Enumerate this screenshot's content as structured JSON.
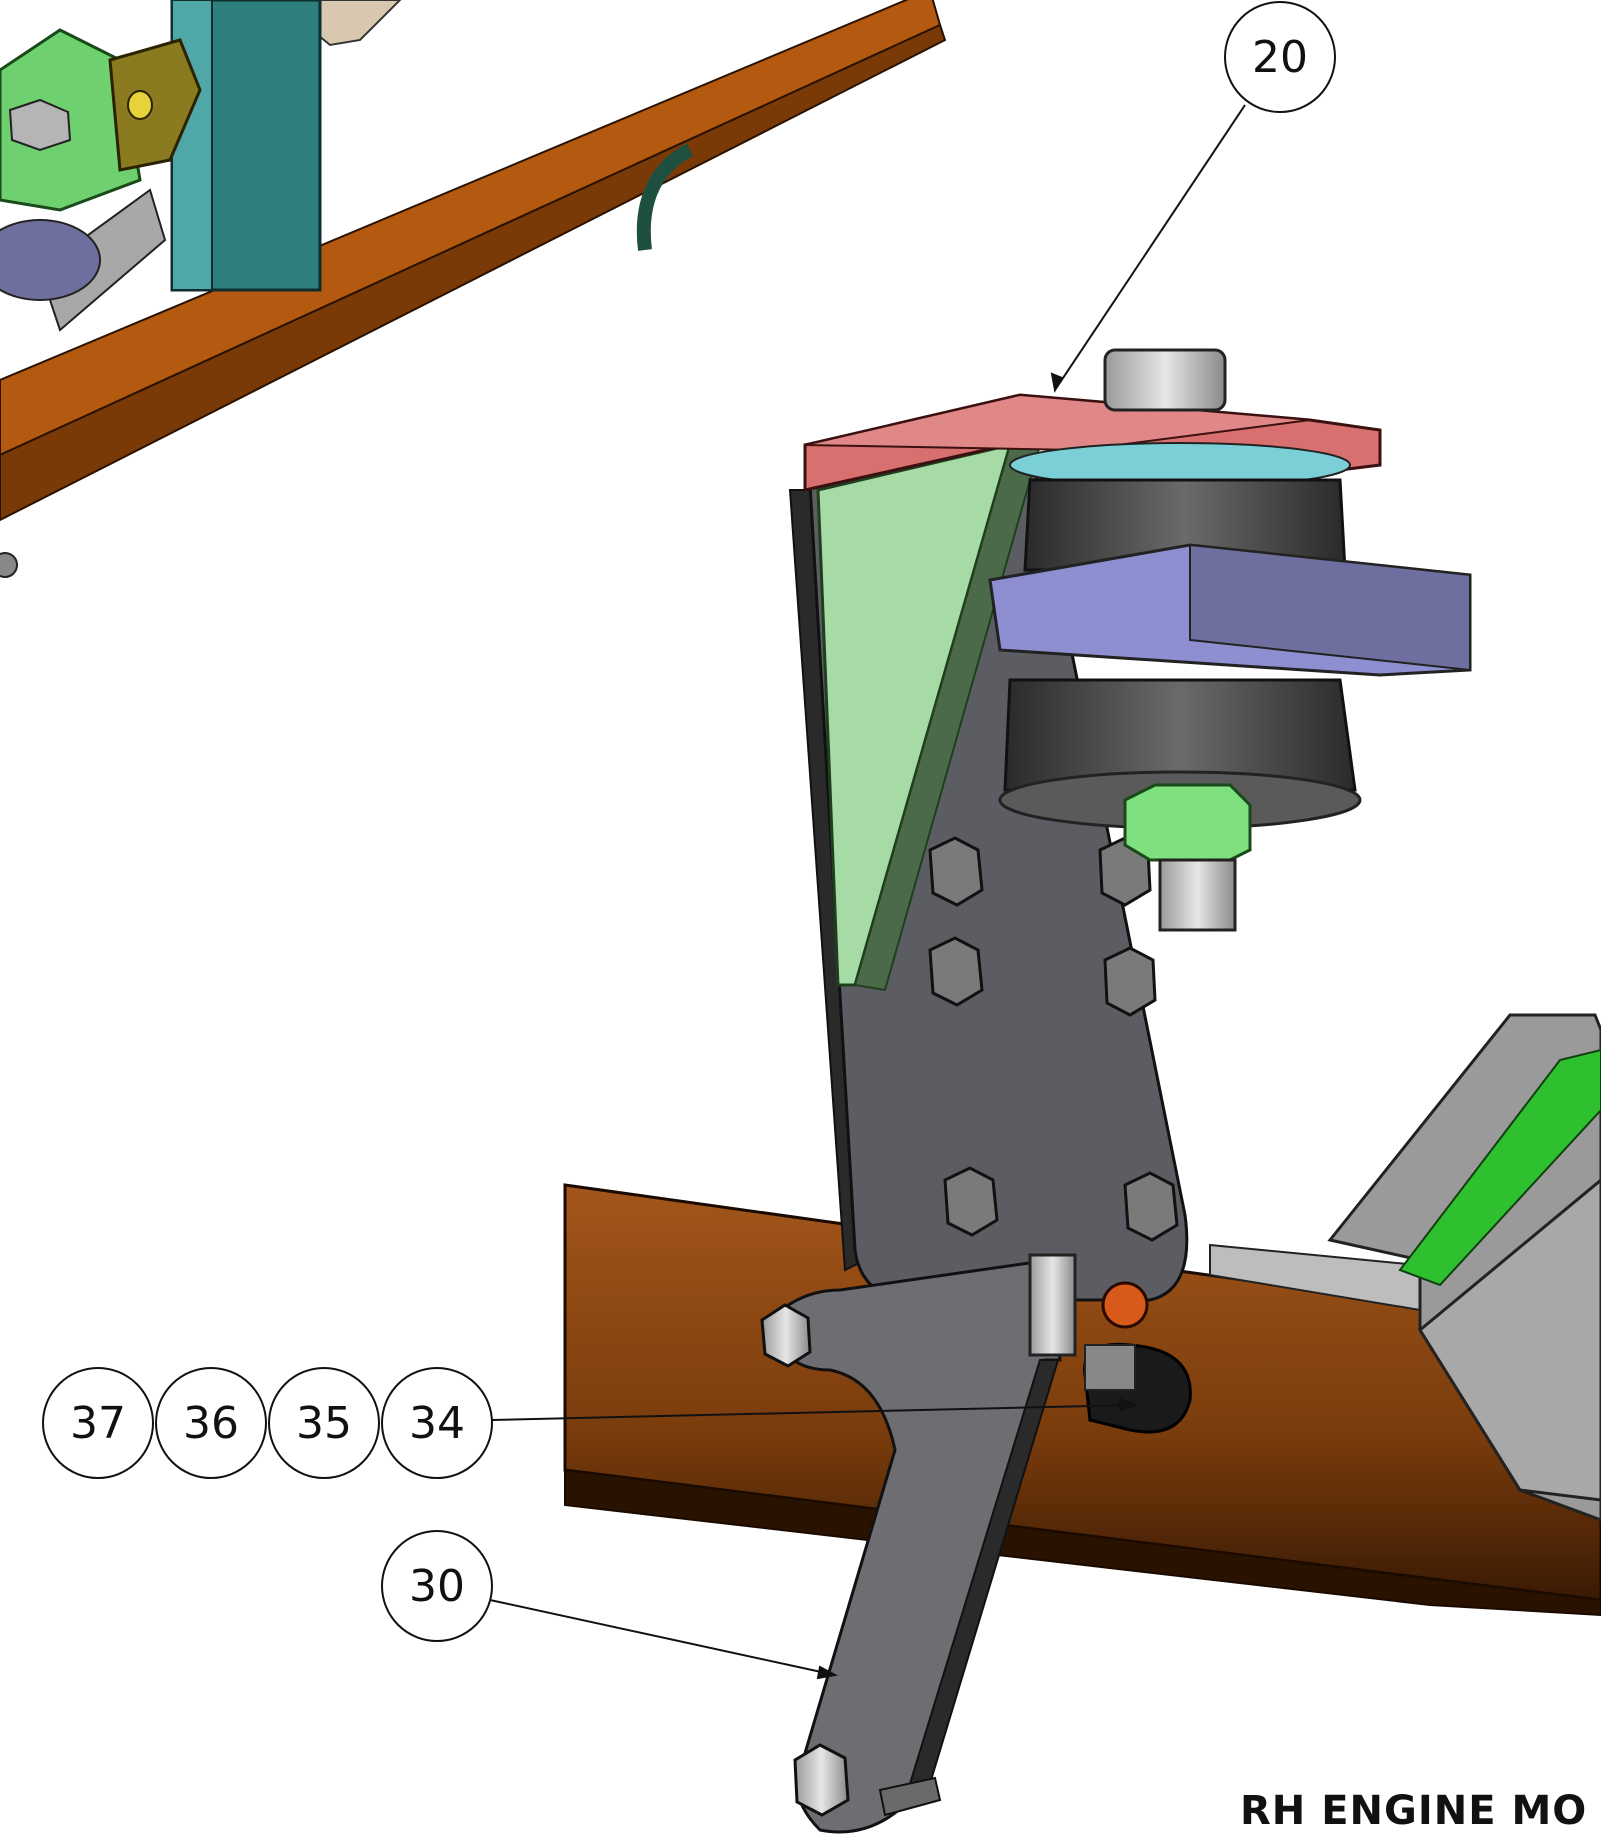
{
  "balloons": {
    "b20": "20",
    "b34": "34",
    "b35": "35",
    "b36": "36",
    "b37": "37",
    "b30": "30"
  },
  "caption": "RH ENGINE MO",
  "colors": {
    "frame_rail": "#8a4510",
    "mount_plate": "#d87070",
    "rubber": "#4a4a4a",
    "bracket": "#5a5a5e",
    "gusset": "#a6dba6",
    "spacer_block": "#8e8fd0",
    "nut_green": "#7ee07e",
    "teal_post": "#2f7f7f"
  }
}
